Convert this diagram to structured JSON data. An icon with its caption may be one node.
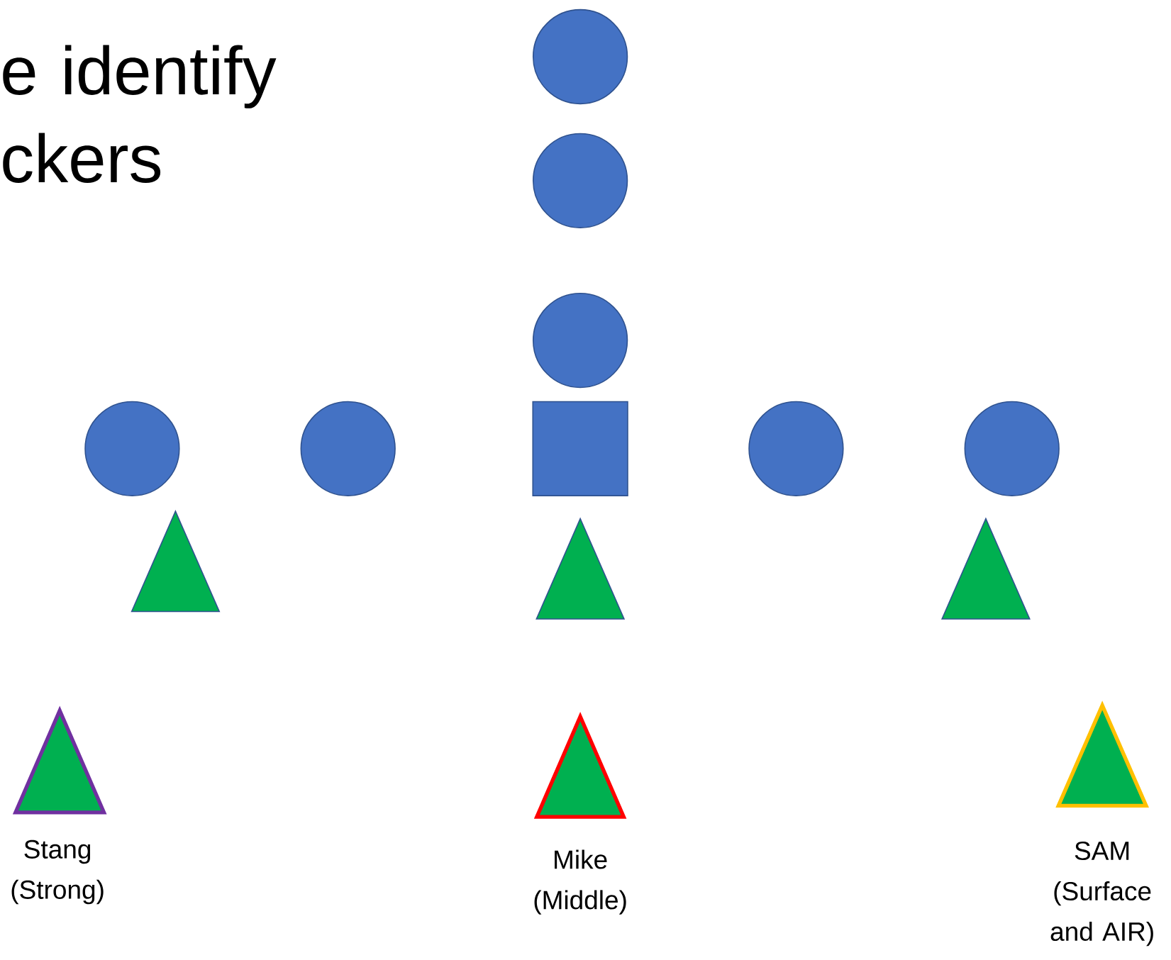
{
  "diagram": {
    "title": "e identify ckers",
    "nodes": [
      {
        "text": [],
        "shape": "circle"
      },
      {
        "text": [],
        "shape": "circle"
      },
      {
        "text": [],
        "shape": "circle"
      },
      {
        "text": [],
        "shape": "circle"
      },
      {
        "text": [],
        "shape": "circle"
      },
      {
        "text": [],
        "shape": "box"
      },
      {
        "text": [],
        "shape": "circle"
      },
      {
        "text": [],
        "shape": "circle"
      },
      {
        "text": [],
        "shape": "triangle"
      },
      {
        "text": [],
        "shape": "triangle"
      },
      {
        "text": [],
        "shape": "triangle"
      },
      {
        "text": [],
        "shape": "triangle",
        "beside": [
          "Stang (Strong)"
        ]
      },
      {
        "text": [],
        "shape": "triangle",
        "beside": [
          "Mike (Middle)"
        ]
      },
      {
        "text": [],
        "shape": "triangle",
        "beside": [
          "SAM (Surface and AIR)"
        ]
      }
    ]
  }
}
